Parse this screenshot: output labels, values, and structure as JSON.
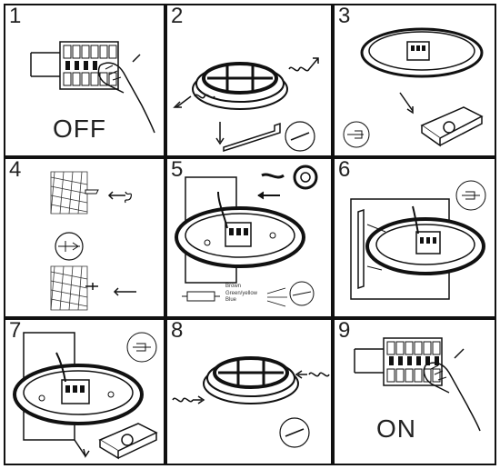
{
  "panels": [
    {
      "number": "1",
      "caption": "OFF"
    },
    {
      "number": "2"
    },
    {
      "number": "3"
    },
    {
      "number": "4"
    },
    {
      "number": "5",
      "wire_colors": [
        "Brown",
        "Green/yellow",
        "Blue"
      ]
    },
    {
      "number": "6"
    },
    {
      "number": "7"
    },
    {
      "number": "8"
    },
    {
      "number": "9",
      "caption": "ON"
    }
  ],
  "colors": {
    "line": "#111111",
    "paper": "#ffffff",
    "shade": "#2a2a2a"
  }
}
